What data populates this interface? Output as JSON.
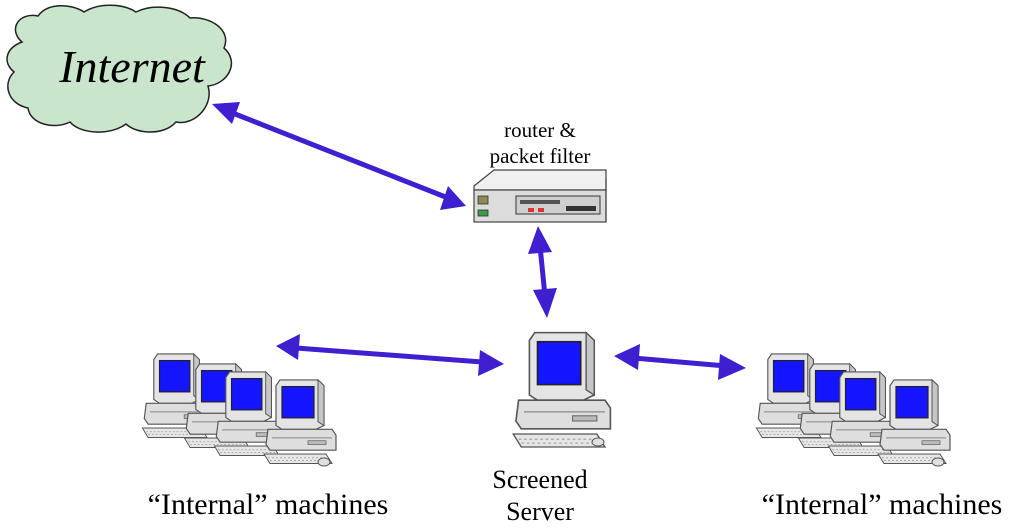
{
  "nodes": {
    "internet": {
      "label": "Internet"
    },
    "router": {
      "label_line1": "router &",
      "label_line2": "packet filter"
    },
    "server": {
      "label_line1": "Screened",
      "label_line2": "Server"
    },
    "internal_left": {
      "label": "“Internal” machines"
    },
    "internal_right": {
      "label": "“Internal” machines"
    }
  },
  "connections": [
    {
      "from": "internet",
      "to": "router",
      "type": "bidirectional"
    },
    {
      "from": "router",
      "to": "server",
      "type": "bidirectional"
    },
    {
      "from": "internal_left",
      "to": "server",
      "type": "bidirectional"
    },
    {
      "from": "server",
      "to": "internal_right",
      "type": "bidirectional"
    }
  ],
  "colors": {
    "arrow": "#3f1fd0",
    "cloud_fill": "#c9e6cd",
    "screen": "#1414ff",
    "device_body": "#e2e2e2"
  },
  "icons": {
    "internet": "cloud-icon",
    "router": "router-icon",
    "server": "computer-icon",
    "internal": "computer-cluster-icon"
  }
}
